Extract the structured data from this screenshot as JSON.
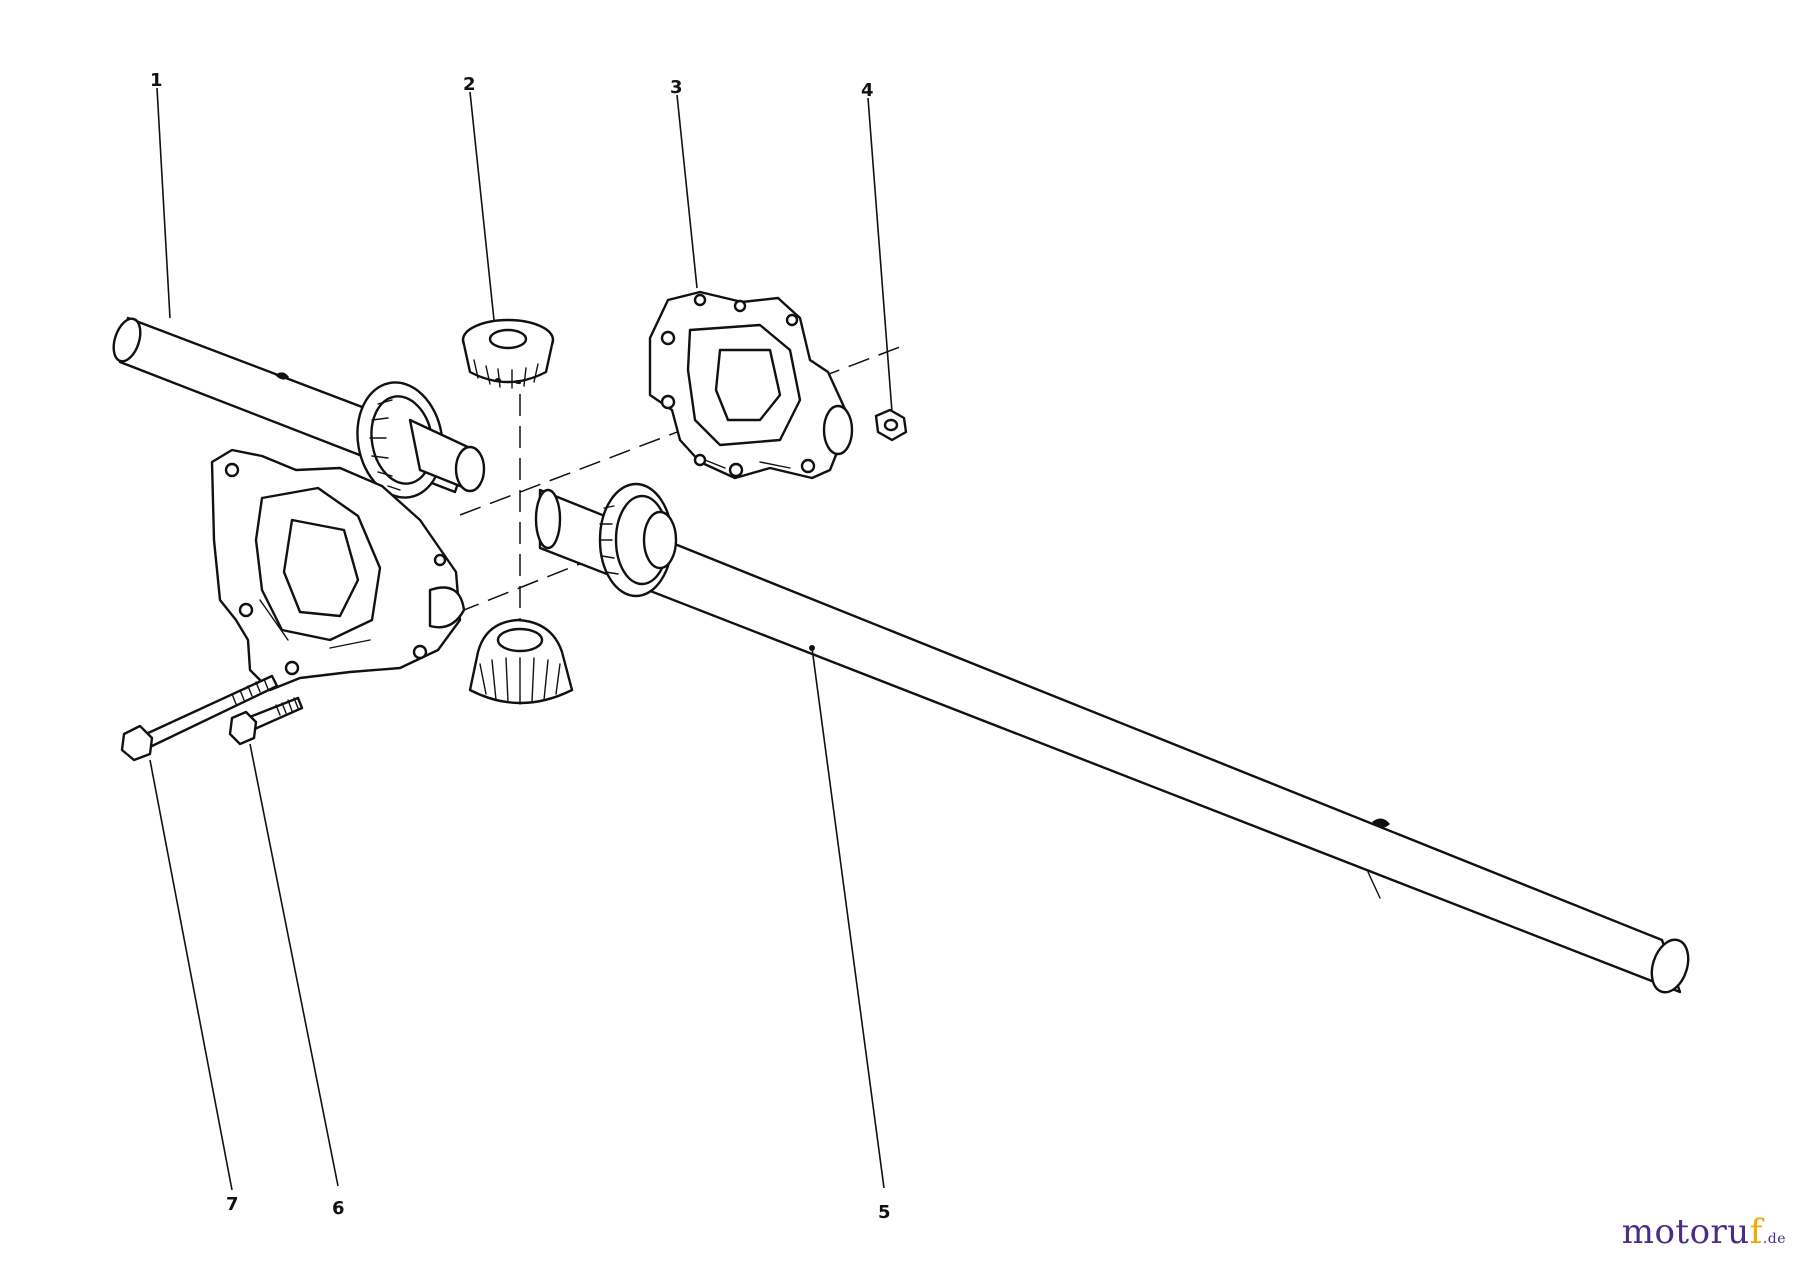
{
  "callouts": {
    "c1": "1",
    "c2": "2",
    "c3": "3",
    "c4": "4",
    "c5": "5",
    "c6": "6",
    "c7": "7"
  },
  "watermark": {
    "main": "motoru",
    "f": "f",
    "tld": ".de"
  }
}
